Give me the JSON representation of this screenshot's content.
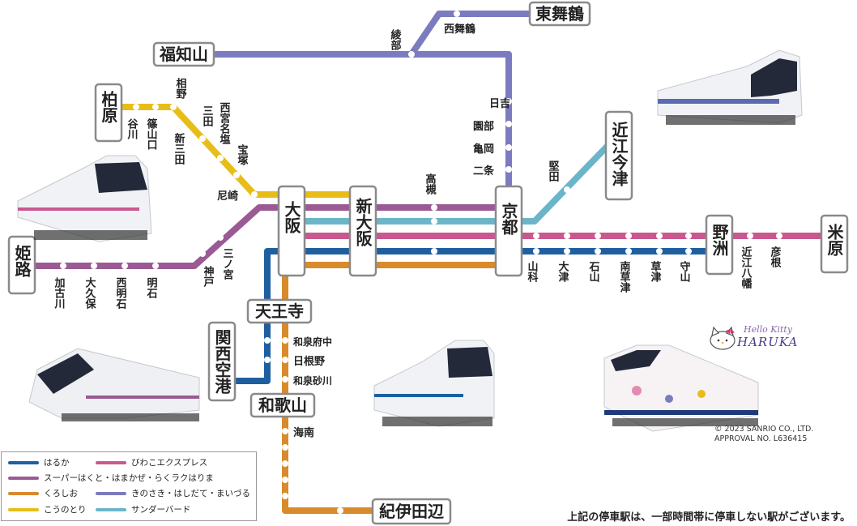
{
  "colors": {
    "haruka": "#1f5fa0",
    "biwako": "#c9588f",
    "super_hakuto": "#9a5a94",
    "kinosaki": "#7b7bbf",
    "kuroshio": "#d98a2b",
    "konotori": "#e8bd18",
    "thunderbird": "#6bb5c9"
  },
  "legend": {
    "haruka": "はるか",
    "biwako": "びわこエクスプレス",
    "super_hakuto": "スーパーはくと・はまかぜ・らくラクはりま",
    "kuroshio": "くろしお",
    "kinosaki": "きのさき・はしだて・まいづる",
    "konotori": "こうのとり",
    "thunderbird": "サンダーバード"
  },
  "major_stations": {
    "higashi_maizuru": "東舞鶴",
    "fukuchiyama": "福知山",
    "kaibara": "柏原",
    "himeji": "姫路",
    "osaka": "大阪",
    "shin_osaka": "新大阪",
    "kyoto": "京都",
    "omi_imazu": "近江今津",
    "yasu": "野洲",
    "maibara": "米原",
    "tennoji": "天王寺",
    "kansai_airport": "関西空港",
    "wakayama": "和歌山",
    "kii_tanabe": "紀伊田辺"
  },
  "minor_stations": {
    "ayabe": "綾部",
    "nishi_maizuru": "西舞鶴",
    "hiyoshi": "日吉",
    "sonobe": "園部",
    "kameoka": "亀岡",
    "nijo": "二条",
    "katata": "堅田",
    "takatsuki": "高槻",
    "aino": "相野",
    "sanda": "三田",
    "nishinomiya_najio": "西宮名塩",
    "takarazuka": "宝塚",
    "amagasaki": "尼崎",
    "tanikawa": "谷川",
    "sasayamaguchi": "篠山口",
    "shin_sanda": "新三田",
    "sannomiya": "三ノ宮",
    "kobe": "神戸",
    "kakogawa": "加古川",
    "okubo": "大久保",
    "nishi_akashi": "西明石",
    "akashi": "明石",
    "yamashina": "山科",
    "otsu": "大津",
    "ishiyama": "石山",
    "minami_kusatsu": "南草津",
    "kusatsu": "草津",
    "moriyama": "守山",
    "omi_hachiman": "近江八幡",
    "hikone": "彦根",
    "izumifuchu": "和泉府中",
    "hineno": "日根野",
    "izumisunagawa": "和泉砂川",
    "kainan": "海南"
  },
  "logo": {
    "script": "Hello Kitty",
    "name": "HARUKA"
  },
  "copyright": {
    "line1": "© 2023 SANRIO CO., LTD.",
    "line2": "APPROVAL NO. L636415"
  },
  "note": "上記の停車駅は、一部時間帯に停車しない駅がございます。"
}
